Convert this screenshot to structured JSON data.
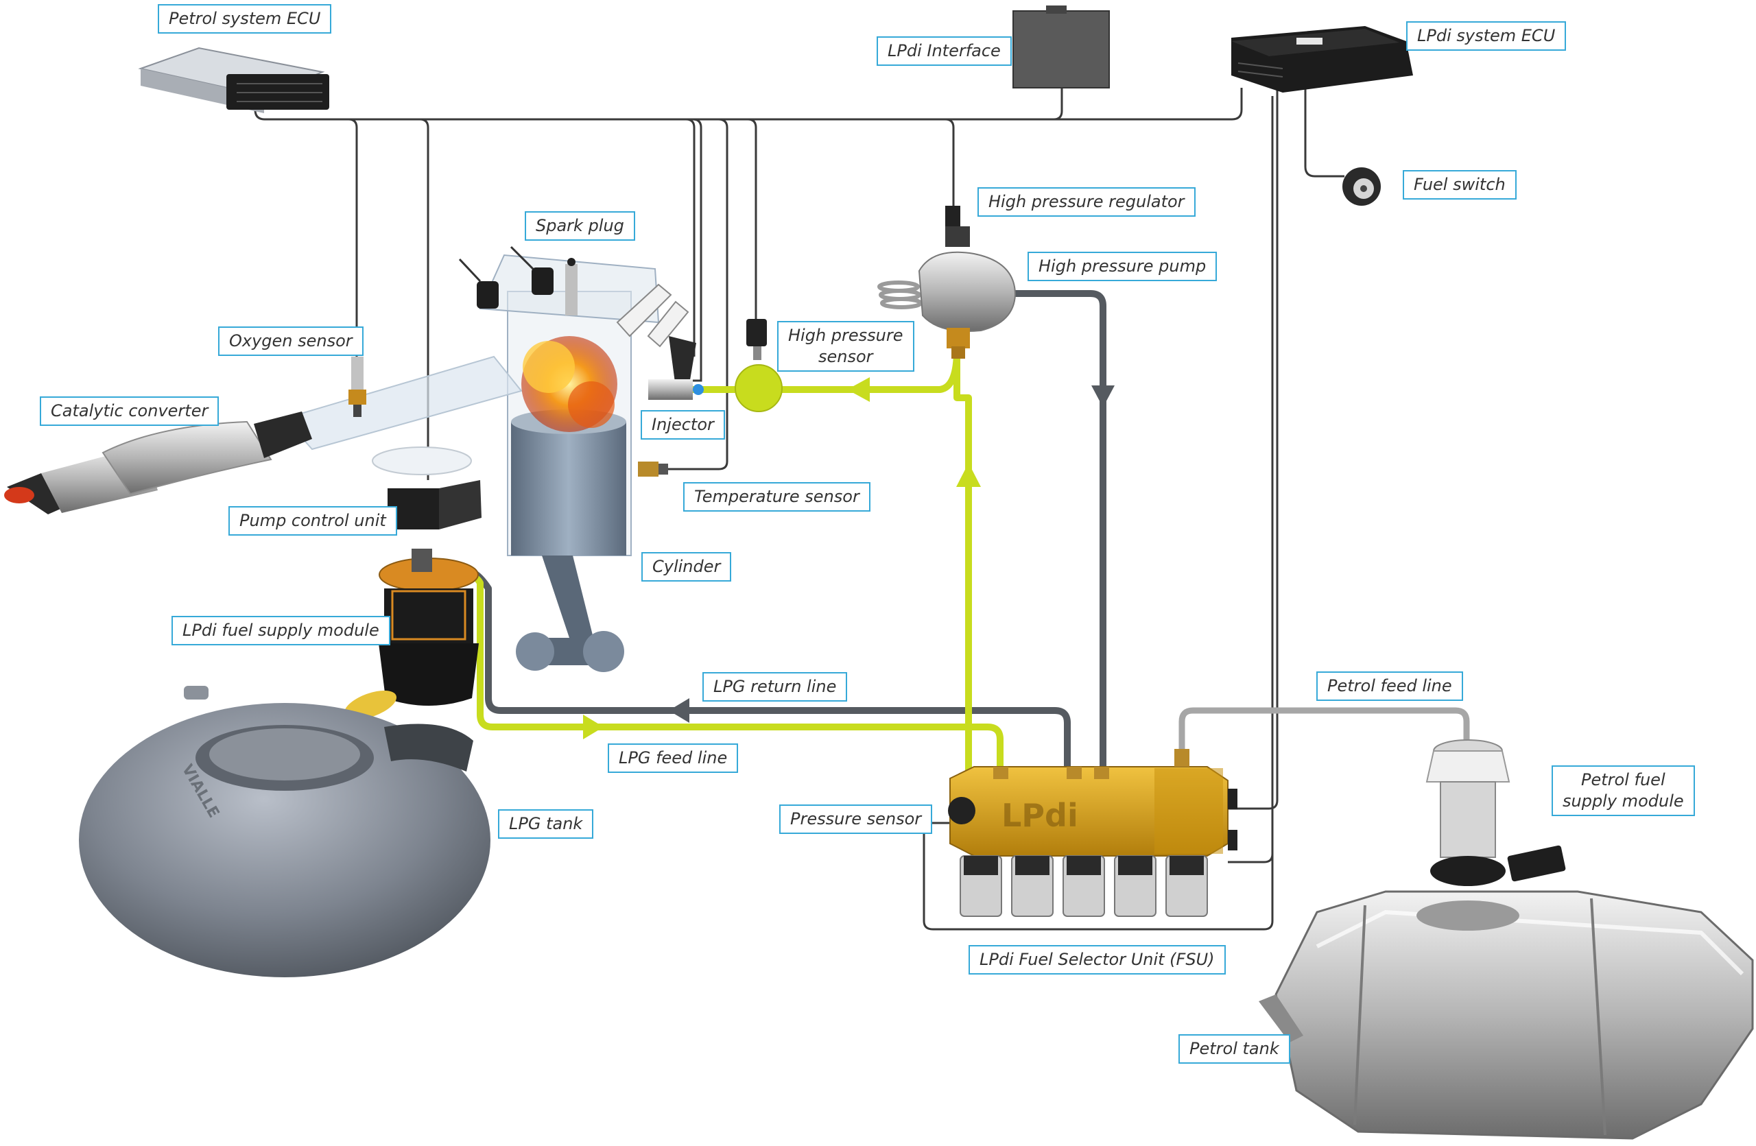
{
  "colors": {
    "lpg_line": "#c8dc1e",
    "return_line": "#555a60",
    "petrol_line": "#a6a6a6",
    "signal_wire": "#3a3a3a",
    "label_border": "#36a9d8",
    "fsu_body": "#d9a21c"
  },
  "labels": {
    "petrol_ecu": "Petrol system ECU",
    "lpdi_interface": "LPdi Interface",
    "lpdi_ecu": "LPdi system ECU",
    "fuel_switch": "Fuel switch",
    "high_pressure_regulator": "High pressure regulator",
    "high_pressure_pump": "High pressure pump",
    "spark_plug": "Spark plug",
    "oxygen_sensor": "Oxygen sensor",
    "high_pressure_sensor_1": "High pressure",
    "high_pressure_sensor_2": "sensor",
    "catalytic_converter": "Catalytic converter",
    "injector": "Injector",
    "temperature_sensor": "Temperature sensor",
    "pump_control_unit": "Pump control unit",
    "cylinder": "Cylinder",
    "lpdi_fuel_supply_module": "LPdi fuel supply module",
    "lpg_return_line": "LPG return line",
    "petrol_feed_line": "Petrol feed line",
    "lpg_feed_line": "LPG feed line",
    "lpg_tank": "LPG tank",
    "pressure_sensor": "Pressure sensor",
    "petrol_fuel_supply_module_1": "Petrol fuel",
    "petrol_fuel_supply_module_2": "supply module",
    "fsu": "LPdi Fuel Selector Unit (FSU)",
    "petrol_tank": "Petrol tank"
  },
  "branding": {
    "fsu_logo": "LPdi",
    "tank_logo": "VIALLE"
  }
}
